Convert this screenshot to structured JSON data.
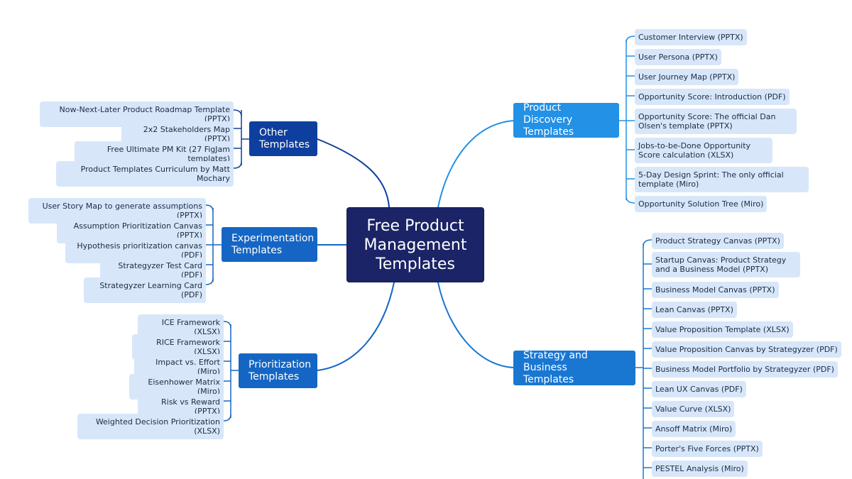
{
  "center": {
    "title_line1": "Free Product",
    "title_line2": "Management",
    "title_line3": "Templates"
  },
  "branches": {
    "other": {
      "label_line1": "Other",
      "label_line2": "Templates",
      "items": [
        "Now-Next-Later Product Roadmap Template (PPTX)",
        "2x2 Stakeholders Map (PPTX)",
        "Free Ultimate PM Kit (27 FigJam templates)",
        "Product Templates Curriculum by Matt Mochary"
      ]
    },
    "experimentation": {
      "label_line1": "Experimentation",
      "label_line2": "Templates",
      "items": [
        "User Story Map to generate assumptions (PPTX)",
        "Assumption Prioritization Canvas (PPTX)",
        "Hypothesis prioritization canvas (PDF)",
        "Strategyzer Test Card (PDF)",
        "Strategyzer Learning Card (PDF)"
      ]
    },
    "prioritization": {
      "label_line1": "Prioritization",
      "label_line2": "Templates",
      "items": [
        "ICE Framework (XLSX)",
        "RICE Framework (XLSX)",
        "Impact vs. Effort (Miro)",
        "Eisenhower Matrix (Miro)",
        "Risk vs Reward (PPTX)",
        "Weighted Decision Prioritization (XLSX)"
      ]
    },
    "discovery": {
      "label_line1": "Product Discovery",
      "label_line2": "Templates",
      "items": [
        "Customer Interview (PPTX)",
        "User Persona (PPTX)",
        "User Journey Map (PPTX)",
        "Opportunity Score: Introduction (PDF)",
        "Opportunity Score: The official Dan Olsen's template (PPTX)",
        "Jobs-to-be-Done Opportunity Score calculation (XLSX)",
        "5-Day Design Sprint: The only official template (Miro)",
        "Opportunity Solution Tree (Miro)"
      ]
    },
    "strategy": {
      "label_line1": "Strategy and Business",
      "label_line2": "Templates",
      "items": [
        "Product Strategy Canvas (PPTX)",
        "Startup Canvas: Product Strategy and a Business Model (PPTX)",
        "Business Model Canvas (PPTX)",
        "Lean Canvas (PPTX)",
        "Value Proposition Template (XLSX)",
        "Value Proposition Canvas by Strategyzer (PDF)",
        "Business Model Portfolio by Strategyzer (PDF)",
        "Lean UX Canvas (PDF)",
        "Value Curve (XLSX)",
        "Ansoff Matrix (Miro)",
        "Porter's Five Forces (PPTX)",
        "PESTEL Analysis (Miro)"
      ]
    }
  },
  "colors": {
    "center": "#1a2466",
    "other": "#0e3f9e",
    "experimentation": "#1566c4",
    "prioritization": "#1566c4",
    "discovery": "#2391e6",
    "strategy": "#1977d2",
    "leaf_bg": "#d7e7f9",
    "connector": "#1a7fd8"
  }
}
